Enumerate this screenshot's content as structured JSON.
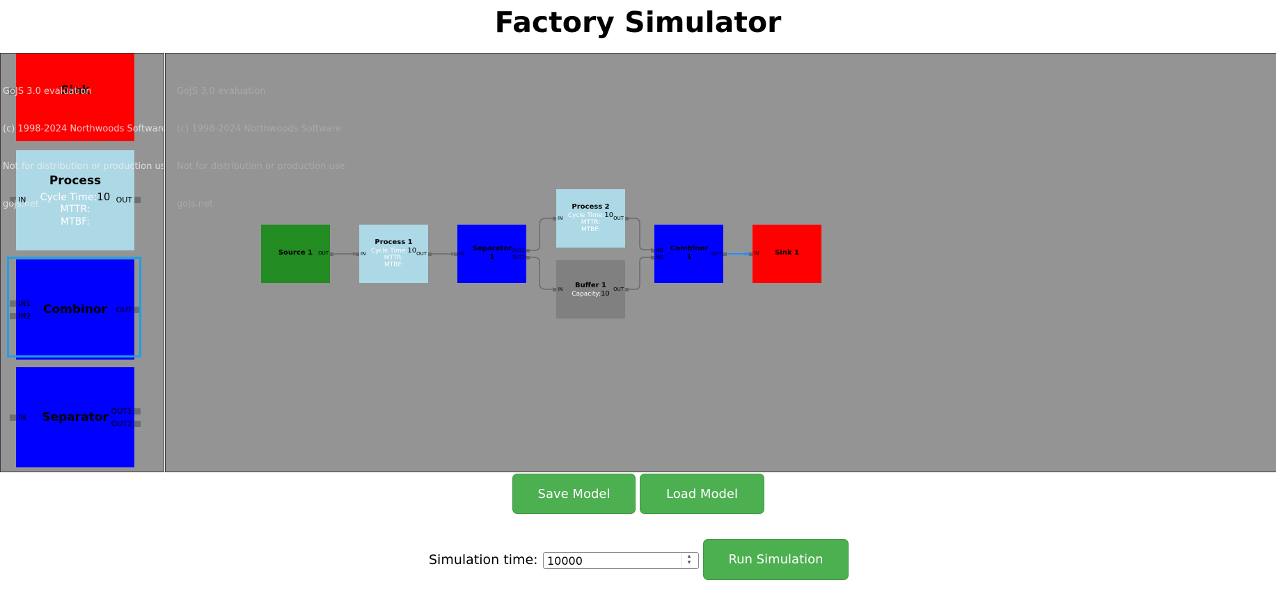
{
  "header": {
    "title": "Factory Simulator"
  },
  "watermark": {
    "palette_lines": [
      "GoJS 3.0 evaluation",
      "(c) 1998-2024 Northwoods Software",
      "Not for distribution or production use",
      "gojs.net"
    ],
    "canvas_lines": [
      "GoJS 3.0 evaluation",
      "(c) 1998-2024 Northwoods Software",
      "Not for distribution or production use",
      "gojs.net"
    ]
  },
  "palette": {
    "sink": {
      "title": "Sink",
      "color": "#ff0000"
    },
    "process": {
      "title": "Process",
      "cycle_label": "Cycle Time:",
      "cycle_value": "10",
      "mttr_label": "MTTR:",
      "mtbf_label": "MTBF:",
      "in_label": "IN",
      "out_label": "OUT",
      "color": "#add8e6"
    },
    "combinor": {
      "title": "Combinor",
      "in1_label": "IN1",
      "in2_label": "IN2",
      "out_label": "OUT",
      "color": "#0000ff"
    },
    "separator": {
      "title": "Separator",
      "in_label": "IN",
      "out1_label": "OUT1",
      "out2_label": "OUT2",
      "color": "#0000ff"
    }
  },
  "diagram": {
    "source1": {
      "title": "Source 1",
      "out_label": "OUT",
      "color": "#228b22"
    },
    "process1": {
      "title": "Process 1",
      "cycle_label": "Cycle Time:",
      "cycle_value": "10",
      "mttr_label": "MTTR:",
      "mtbf_label": "MTBF:",
      "in_label": "IN",
      "out_label": "OUT"
    },
    "separator1": {
      "title": "Separator 1",
      "in_label": "IN",
      "out1_label": "OUT1",
      "out2_label": "OUT2"
    },
    "process2": {
      "title": "Process 2",
      "cycle_label": "Cycle Time:",
      "cycle_value": "10",
      "mttr_label": "MTTR:",
      "mtbf_label": "MTBF:",
      "in_label": "IN",
      "out_label": "OUT"
    },
    "buffer1": {
      "title": "Buffer 1",
      "capacity_label": "Capacity:",
      "capacity_value": "10",
      "in_label": "IN",
      "out_label": "OUT",
      "color": "#808080"
    },
    "combinor1": {
      "title": "Combinor 1",
      "in1_label": "IN1",
      "in2_label": "IN2",
      "out_label": "OUT"
    },
    "sink1": {
      "title": "Sink 1",
      "in_label": "IN"
    },
    "link_color": "#6a6a6a",
    "selected_link_color": "#1e90ff"
  },
  "buttons": {
    "save": "Save Model",
    "load": "Load Model",
    "run": "Run Simulation",
    "accent": "#4caf50"
  },
  "simulation": {
    "label": "Simulation time:",
    "value": "10000"
  }
}
